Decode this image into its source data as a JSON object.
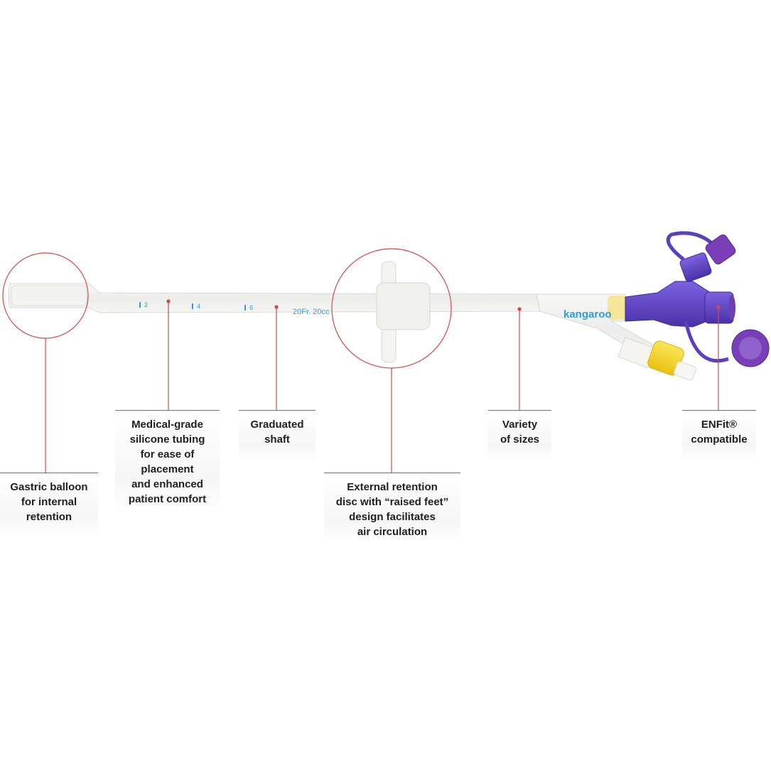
{
  "brand": "kangaroo",
  "shaft_markings": [
    "2",
    "4",
    "6"
  ],
  "size_print": "20Fr. 20cc",
  "callouts": {
    "gastric_balloon": "Gastric balloon\nfor internal\nretention",
    "medical_grade": "Medical-grade\nsilicone tubing\nfor ease of\nplacement\nand enhanced\npatient comfort",
    "graduated_shaft": "Graduated\nshaft",
    "external_retention": "External retention\ndisc with “raised feet”\ndesign facilitates\nair circulation",
    "variety_sizes": "Variety\nof sizes",
    "enfit": "ENFit®\ncompatible"
  },
  "colors": {
    "leader_line": "#d04a4a",
    "tube": "#f1f1ee",
    "tube_edge": "#d7d8d4",
    "port_purple": "#5b3fc4",
    "cap_purple": "#7a3fb8",
    "cap_yellow": "#f4d21a",
    "print_blue": "#2f9fd9"
  }
}
